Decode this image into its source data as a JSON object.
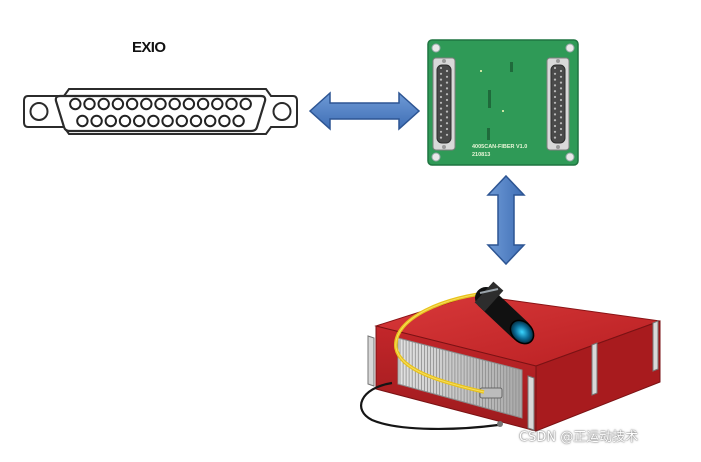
{
  "diagram": {
    "connector": {
      "label": "EXIO",
      "pin_rows": [
        13,
        12
      ],
      "icon": "db25-connector-icon"
    },
    "board": {
      "silkscreen_line1": "4005CAN-FIBER V1.0",
      "silkscreen_line2": "210813",
      "icon": "pcb-adapter-board-icon",
      "color": "#2f9a57"
    },
    "laser": {
      "icon": "fiber-laser-source-icon",
      "color": "#c8282b"
    },
    "arrows": {
      "color": "#4a7ec2",
      "items": [
        {
          "name": "connector-board-arrow",
          "direction": "bidirectional-horizontal"
        },
        {
          "name": "board-laser-arrow",
          "direction": "bidirectional-vertical"
        }
      ]
    },
    "watermark": "CSDN @正运动技术"
  }
}
